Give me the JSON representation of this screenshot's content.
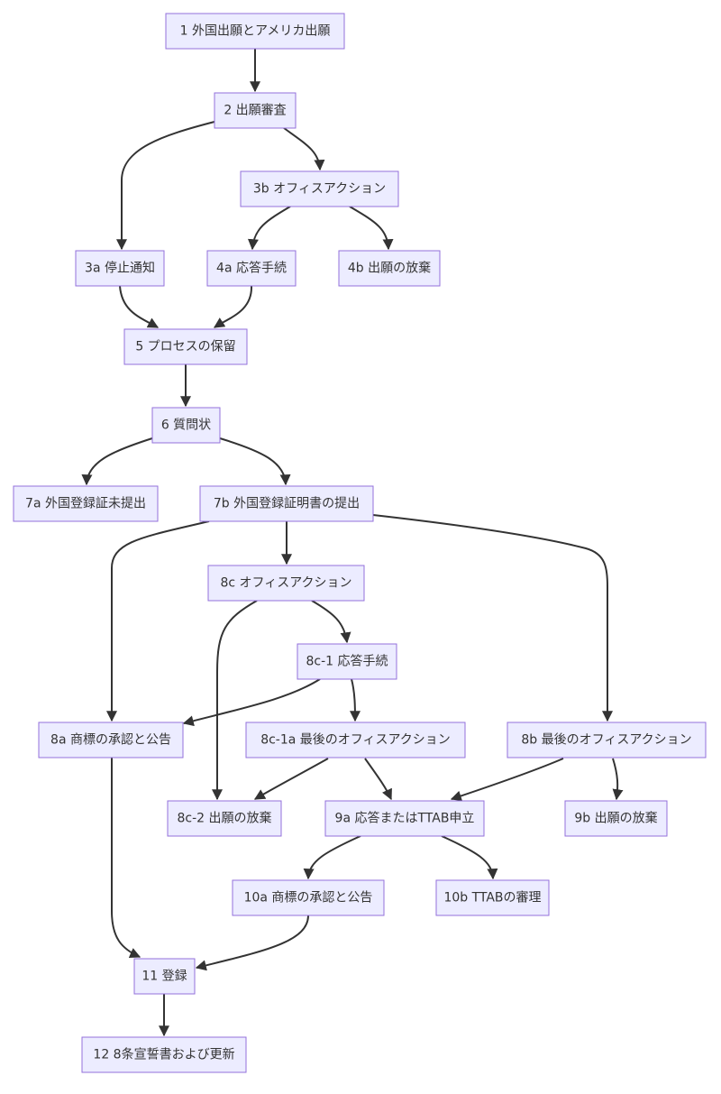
{
  "diagram": {
    "nodes": [
      {
        "id": "n1",
        "label": "1 外国出願とアメリカ出願"
      },
      {
        "id": "n2",
        "label": "2 出願審査"
      },
      {
        "id": "n3a",
        "label": "3a 停止通知"
      },
      {
        "id": "n3b",
        "label": "3b オフィスアクション"
      },
      {
        "id": "n4a",
        "label": "4a 応答手続"
      },
      {
        "id": "n4b",
        "label": "4b 出願の放棄"
      },
      {
        "id": "n5",
        "label": "5 プロセスの保留"
      },
      {
        "id": "n6",
        "label": "6 質問状"
      },
      {
        "id": "n7a",
        "label": "7a 外国登録証未提出"
      },
      {
        "id": "n7b",
        "label": "7b 外国登録証明書の提出"
      },
      {
        "id": "n8c",
        "label": "8c オフィスアクション"
      },
      {
        "id": "n8c1",
        "label": "8c-1 応答手続"
      },
      {
        "id": "n8a",
        "label": "8a 商標の承認と公告"
      },
      {
        "id": "n8c1a",
        "label": "8c-1a 最後のオフィスアクション"
      },
      {
        "id": "n8b",
        "label": "8b 最後のオフィスアクション"
      },
      {
        "id": "n8c2",
        "label": "8c-2 出願の放棄"
      },
      {
        "id": "n9a",
        "label": "9a 応答またはTTAB申立"
      },
      {
        "id": "n9b",
        "label": "9b 出願の放棄"
      },
      {
        "id": "n10a",
        "label": "10a 商標の承認と公告"
      },
      {
        "id": "n10b",
        "label": "10b TTABの審理"
      },
      {
        "id": "n11",
        "label": "11 登録"
      },
      {
        "id": "n12",
        "label": "12 8条宣誓書および更新"
      }
    ],
    "edges": [
      [
        "n1",
        "n2"
      ],
      [
        "n2",
        "n3a"
      ],
      [
        "n2",
        "n3b"
      ],
      [
        "n3b",
        "n4a"
      ],
      [
        "n3b",
        "n4b"
      ],
      [
        "n3a",
        "n5"
      ],
      [
        "n4a",
        "n5"
      ],
      [
        "n5",
        "n6"
      ],
      [
        "n6",
        "n7a"
      ],
      [
        "n6",
        "n7b"
      ],
      [
        "n7b",
        "n8a"
      ],
      [
        "n7b",
        "n8c"
      ],
      [
        "n7b",
        "n8b"
      ],
      [
        "n8c",
        "n8c1"
      ],
      [
        "n8c",
        "n8c2"
      ],
      [
        "n8c1",
        "n8a"
      ],
      [
        "n8c1",
        "n8c1a"
      ],
      [
        "n8c1a",
        "n8c2"
      ],
      [
        "n8c1a",
        "n9a"
      ],
      [
        "n8b",
        "n9a"
      ],
      [
        "n8b",
        "n9b"
      ],
      [
        "n9a",
        "n10a"
      ],
      [
        "n9a",
        "n10b"
      ],
      [
        "n8a",
        "n11"
      ],
      [
        "n10a",
        "n11"
      ],
      [
        "n11",
        "n12"
      ]
    ]
  }
}
